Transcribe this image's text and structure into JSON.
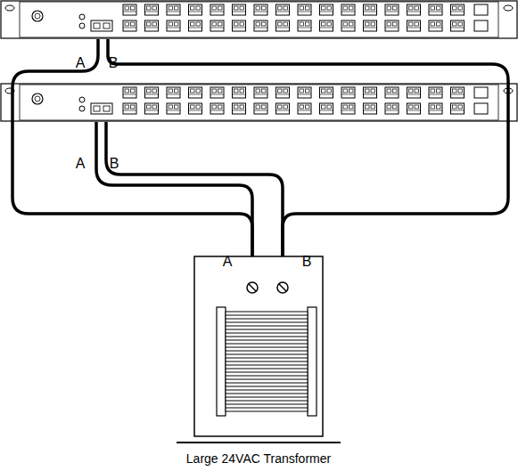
{
  "diagram": {
    "labels": [
      "A",
      "B",
      "A",
      "B",
      "A",
      "B",
      "Large 24VAC Transformer"
    ]
  }
}
